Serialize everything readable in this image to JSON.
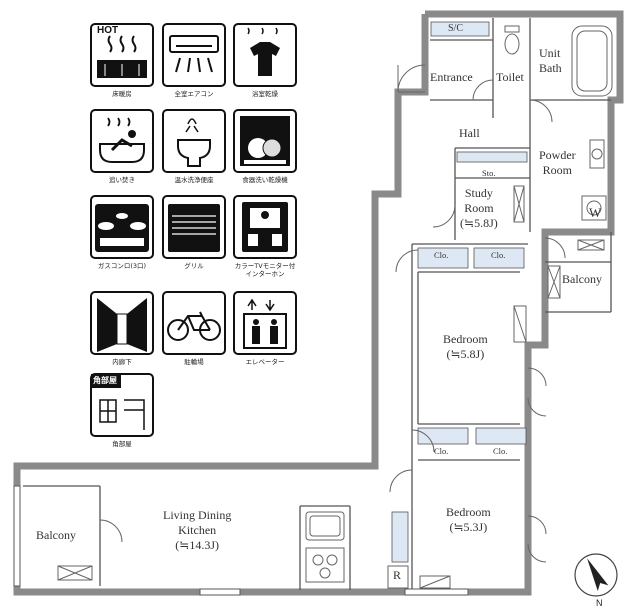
{
  "legend": {
    "hot_label": "HOT",
    "corner_label": "角部屋",
    "icons": [
      {
        "icon": "floor-heating-icon",
        "caption": "床暖房"
      },
      {
        "icon": "air-conditioner-icon",
        "caption": "全室エアコン"
      },
      {
        "icon": "bathroom-dryer-icon",
        "caption": "浴室乾燥"
      },
      {
        "icon": "reheating-bath-icon",
        "caption": "追い焚き"
      },
      {
        "icon": "washlet-toilet-icon",
        "caption": "温水洗浄便座"
      },
      {
        "icon": "dishwasher-icon",
        "caption": "食器洗い乾燥機"
      },
      {
        "icon": "gas-stove-icon",
        "caption": "ガスコンロ(3口)"
      },
      {
        "icon": "grill-icon",
        "caption": "グリル"
      },
      {
        "icon": "color-tv-intercom-icon",
        "caption": "カラーTVモニター付\nインターホン"
      },
      {
        "icon": "inner-corridor-icon",
        "caption": "内廊下"
      },
      {
        "icon": "bicycle-parking-icon",
        "caption": "駐輪場"
      },
      {
        "icon": "elevator-icon",
        "caption": "エレベーター"
      },
      {
        "icon": "corner-room-icon",
        "caption": "角部屋"
      }
    ]
  },
  "rooms": {
    "sic": "S/C",
    "entrance": "Entrance",
    "toilet": "Toilet",
    "unit_bath": "Unit\nBath",
    "hall": "Hall",
    "powder_room": "Powder\nRoom",
    "washer": "W",
    "sto": "Sto.",
    "study_room": "Study\nRoom\n(≒5.8J)",
    "balcony_right": "Balcony",
    "clo_1": "Clo.",
    "clo_2": "Clo.",
    "bedroom_1": "Bedroom\n(≒5.8J)",
    "clo_3": "Clo.",
    "clo_4": "Clo.",
    "bedroom_2": "Bedroom\n(≒5.3J)",
    "ldk": "Living Dining\nKitchen\n(≒14.3J)",
    "balcony_left": "Balcony",
    "refrigerator": "R"
  },
  "compass": {
    "label": "N"
  },
  "colors": {
    "wall": "#8a8a8a",
    "storage": "#dde8f4",
    "line": "#555555"
  }
}
